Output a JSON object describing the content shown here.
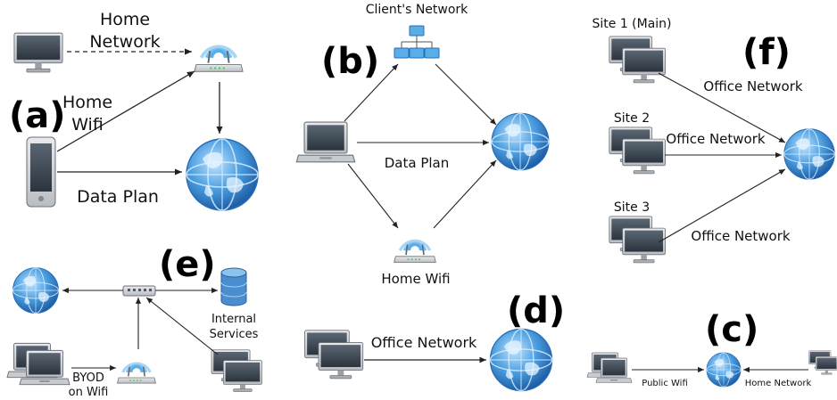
{
  "panels": {
    "a": {
      "letter": "(a)",
      "home_network": [
        "Home",
        "Network"
      ],
      "home_wifi": [
        "Home",
        "Wifi"
      ],
      "data_plan": "Data Plan"
    },
    "b": {
      "letter": "(b)",
      "clients_network": "Client's Network",
      "data_plan": "Data Plan",
      "home_wifi": "Home Wifi"
    },
    "c": {
      "letter": "(c)",
      "public_wifi": "Public Wifi",
      "home_network": "Home Network"
    },
    "d": {
      "letter": "(d)",
      "office_network": "Office Network"
    },
    "e": {
      "letter": "(e)",
      "internal_services": [
        "Internal",
        "Services"
      ],
      "byod": [
        "BYOD",
        "on Wifi"
      ]
    },
    "f": {
      "letter": "(f)",
      "site1": "Site 1 (Main)",
      "site2": "Site 2",
      "site3": "Site 3",
      "office_network": "Office Network"
    }
  },
  "colors": {
    "globe": "#3f8fd6",
    "wifi_arc": "#7cc0f0",
    "screen": "#3a4550",
    "line": "#222222"
  }
}
